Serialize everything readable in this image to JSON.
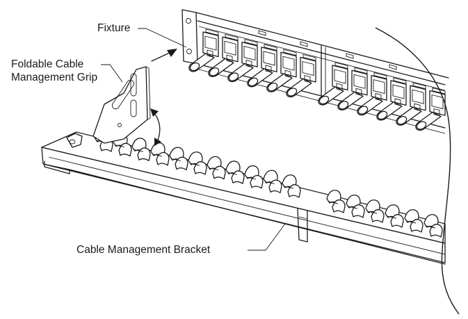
{
  "labels": {
    "fixture": "Fixture",
    "grip_line1": "Foldable Cable",
    "grip_line2": "Management Grip",
    "bracket": "Cable Management Bracket"
  }
}
